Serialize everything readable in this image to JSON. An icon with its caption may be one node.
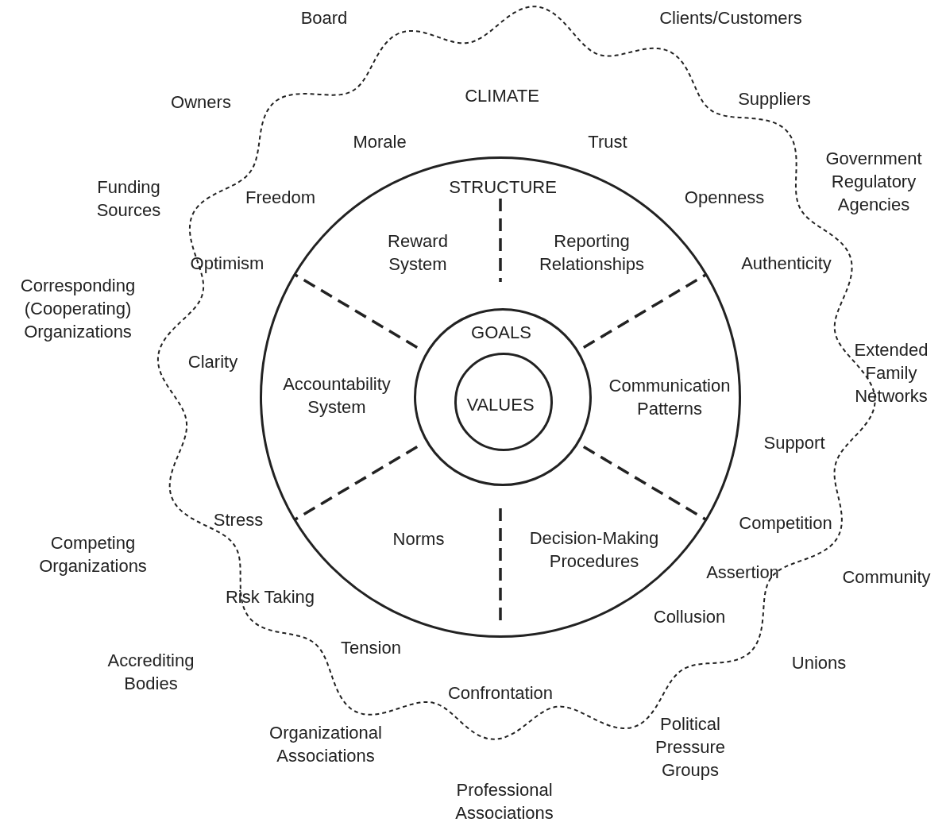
{
  "diagram": {
    "nodes": [
      {
        "text": [
          "CLIMATE"
        ]
      },
      {
        "text": [
          "STRUCTURE"
        ],
        "in": 0
      },
      {
        "text": [
          "GOALS"
        ],
        "in": 1
      },
      {
        "text": [
          "VALUES"
        ],
        "in": 2
      }
    ],
    "labels": [
      "Board",
      "Clients/Customers",
      "Owners",
      "Suppliers",
      "Morale",
      "Trust",
      "Government Regulatory Agencies",
      "Funding Sources",
      "Freedom",
      "Openness",
      "Reward System",
      "Reporting Relationships",
      "Optimism",
      "Authenticity",
      "Corresponding (Cooperating) Organizations",
      "Extended Family Networks",
      "Clarity",
      "Accountability System",
      "Communication Patterns",
      "Support",
      "Stress",
      "Competition",
      "Competing Organizations",
      "Norms",
      "Decision-Making Procedures",
      "Assertion",
      "Community",
      "Risk Taking",
      "Collusion",
      "Tension",
      "Accrediting Bodies",
      "Unions",
      "Confrontation",
      "Political Pressure Groups",
      "Organizational Associations",
      "Professional Associations"
    ]
  }
}
